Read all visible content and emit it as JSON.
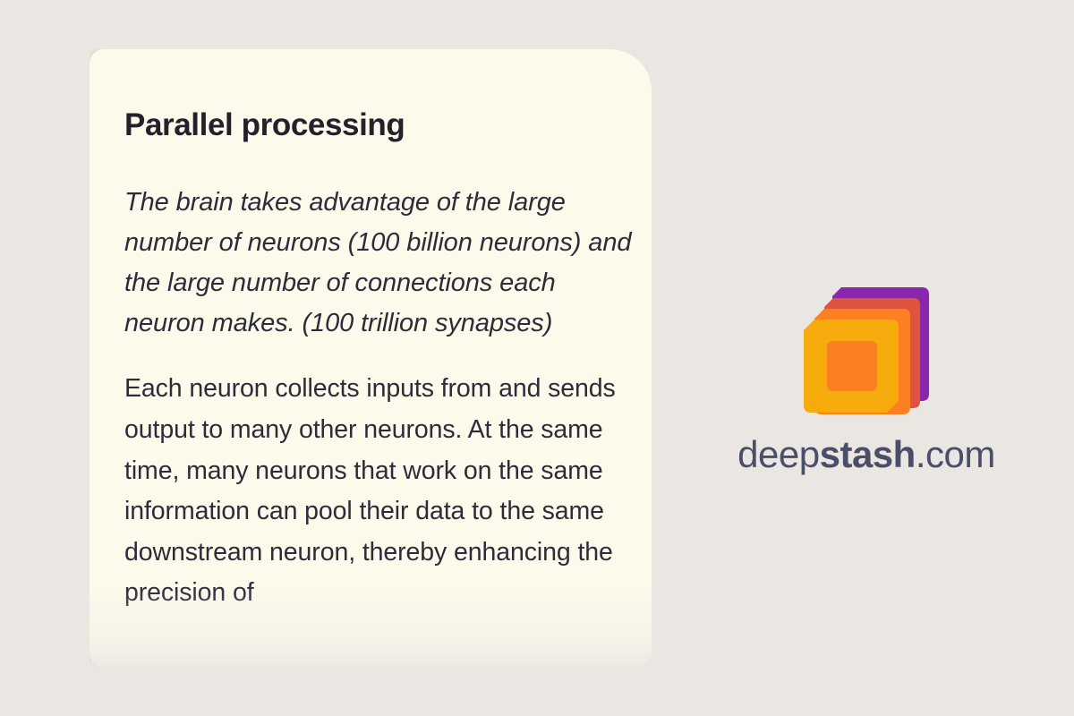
{
  "page": {
    "background_color": "#EAE7E2"
  },
  "card": {
    "background_color": "#FDFAEC",
    "title": "Parallel processing",
    "quote": "The brain takes advantage of the large number of neurons (100 billion neurons) and the large number of connections each neuron makes. (100 trillion synapses)",
    "body": "Each neuron collects inputs from and sends output to many other neurons. At the same time, many neurons that work on the same information can pool their data to the same downstream neuron, thereby enhancing the precision of",
    "title_color": "#22212C",
    "text_color": "#2D2C3A"
  },
  "brand": {
    "logo_icon": "stacked-cards-logo",
    "wordmark": {
      "light_prefix": "deep",
      "bold_segment": "stash",
      "tld_suffix": ".com"
    },
    "wordmark_color": "#4A4E69",
    "logo_layers": [
      {
        "name": "purple-layer",
        "color": "#8A27AD"
      },
      {
        "name": "red-layer",
        "color": "#E0543F"
      },
      {
        "name": "orange-layer",
        "color": "#FC8022"
      },
      {
        "name": "amber-layer",
        "color": "#F5AB0B"
      }
    ]
  }
}
